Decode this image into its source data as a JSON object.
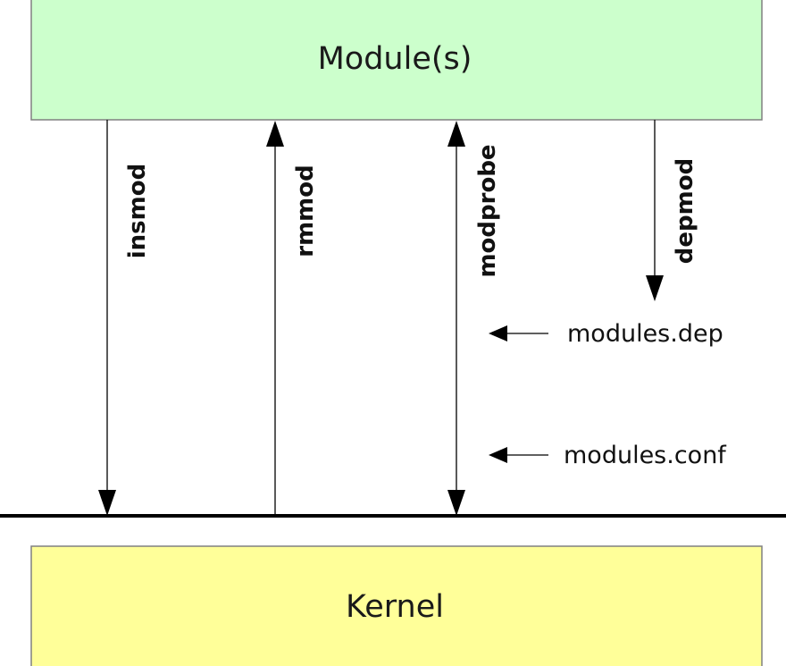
{
  "colors": {
    "modules_fill": "#ccffcc",
    "kernel_fill": "#ffff99",
    "box_stroke": "#808080",
    "line": "#000000"
  },
  "boxes": {
    "modules": "Module(s)",
    "kernel": "Kernel"
  },
  "commands": {
    "insmod": "insmod",
    "rmmod": "rmmod",
    "modprobe": "modprobe",
    "depmod": "depmod"
  },
  "files": {
    "modules_dep": "modules.dep",
    "modules_conf": "modules.conf"
  }
}
